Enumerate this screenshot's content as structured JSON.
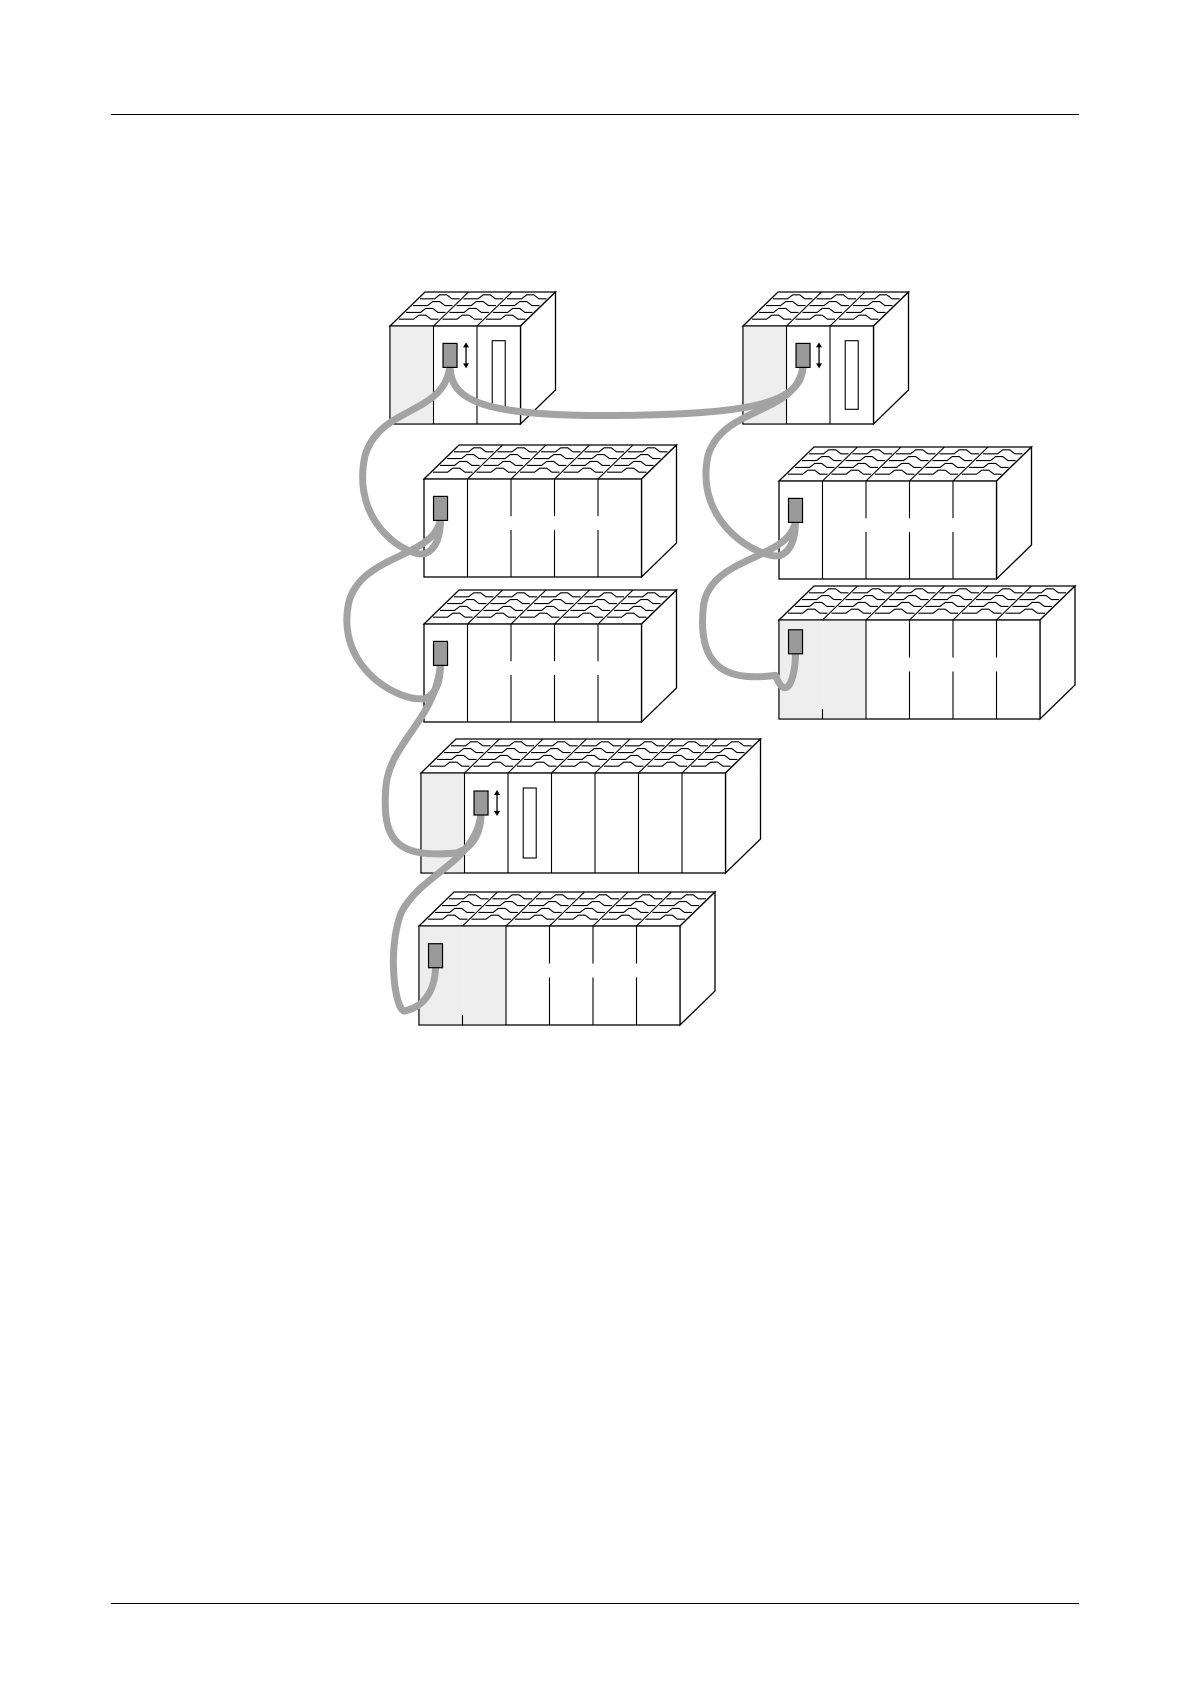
{
  "colors": {
    "line": "#000000",
    "panel_white": "#ffffff",
    "panel_shaded": "#eeeeee",
    "cable": "#a3a3a3",
    "connector": "#9a9a9a"
  },
  "diagram": {
    "racks": [
      {
        "id": "rack-top-left",
        "modules": [
          "shaded",
          "plain",
          "slot"
        ],
        "connector": "arrow"
      },
      {
        "id": "rack-top-right",
        "modules": [
          "shaded",
          "plain",
          "slot"
        ],
        "connector": "arrow"
      },
      {
        "id": "rack-row2-left",
        "modules": [
          "plain",
          "plain",
          "plain",
          "plain",
          "plain"
        ],
        "connector": "simple"
      },
      {
        "id": "rack-row2-right",
        "modules": [
          "plain",
          "plain",
          "plain",
          "plain",
          "plain"
        ],
        "connector": "simple"
      },
      {
        "id": "rack-row3-left",
        "modules": [
          "plain",
          "plain",
          "plain",
          "plain",
          "plain"
        ],
        "connector": "simple"
      },
      {
        "id": "rack-row3-right",
        "modules": [
          "shaded-wide",
          "plain",
          "plain",
          "plain",
          "plain"
        ],
        "connector": "simple"
      },
      {
        "id": "rack-row4",
        "modules": [
          "shaded",
          "plain",
          "slot",
          "plain",
          "plain",
          "plain",
          "plain"
        ],
        "connector": "arrow"
      },
      {
        "id": "rack-row5",
        "modules": [
          "shaded-wide",
          "plain",
          "plain",
          "plain",
          "plain"
        ],
        "connector": "simple"
      }
    ],
    "cables": [
      "top-left-to-top-right",
      "top-left-to-row2-left",
      "top-right-to-row2-right",
      "row2-left-to-row3-left",
      "row2-right-to-row3-right",
      "row3-left-to-row4",
      "row4-to-row5"
    ]
  }
}
